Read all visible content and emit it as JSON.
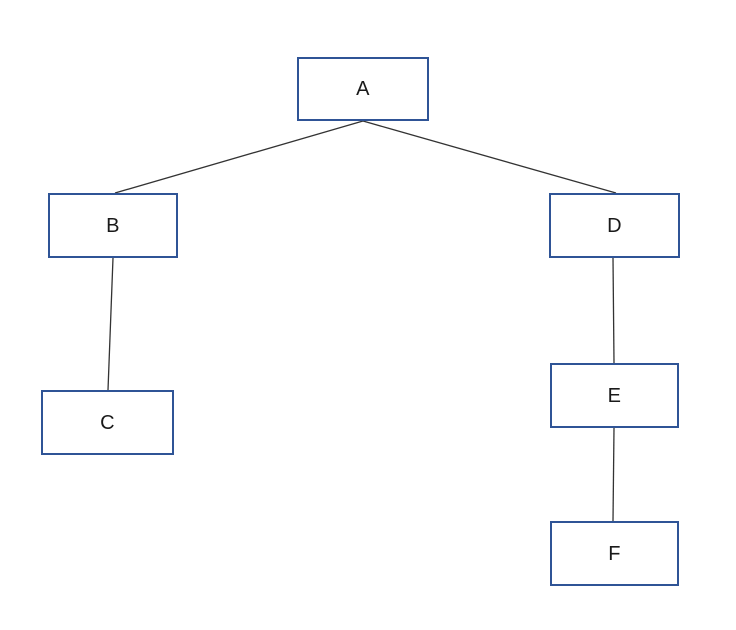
{
  "diagram": {
    "title": "tree-diagram",
    "nodes": [
      {
        "id": "A",
        "label": "A"
      },
      {
        "id": "B",
        "label": "B"
      },
      {
        "id": "C",
        "label": "C"
      },
      {
        "id": "D",
        "label": "D"
      },
      {
        "id": "E",
        "label": "E"
      },
      {
        "id": "F",
        "label": "F"
      }
    ],
    "edges": [
      {
        "from": "A",
        "to": "B"
      },
      {
        "from": "A",
        "to": "D"
      },
      {
        "from": "B",
        "to": "C"
      },
      {
        "from": "D",
        "to": "E"
      },
      {
        "from": "E",
        "to": "F"
      }
    ],
    "colors": {
      "box_border": "#2f5496",
      "box_fill": "#ffffff",
      "connector": "#333333",
      "text": "#1a1a1a",
      "background": "#ffffff"
    }
  }
}
